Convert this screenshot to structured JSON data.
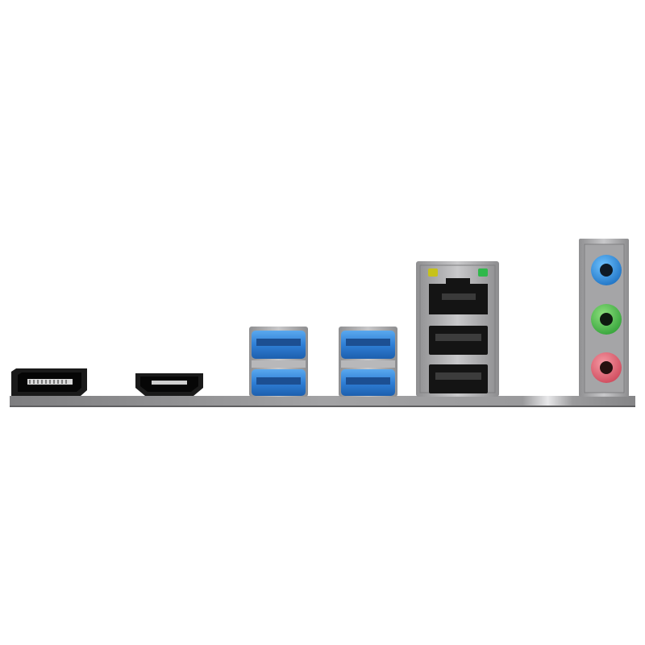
{
  "scene": {
    "subject": "motherboard-rear-io-panel",
    "colors": {
      "background": "#ffffff",
      "plate": "#8c8c8e",
      "usb3_blue": "#2f7fd6",
      "audio_blue": "#2f8fd8",
      "audio_green": "#52c04a",
      "audio_pink": "#e56a78",
      "led_yellow": "#c7c21a",
      "led_green": "#2fb84a",
      "port_black": "#151515",
      "metal": "#a9a9ab"
    },
    "ports": [
      {
        "kind": "displayport-port"
      },
      {
        "kind": "hdmi-port"
      },
      {
        "kind": "usb3-stack",
        "count": 2
      },
      {
        "kind": "usb3-stack",
        "count": 2
      },
      {
        "kind": "lan-usb2-combo",
        "usb_count": 2
      },
      {
        "kind": "audio-jack-stack",
        "jacks": [
          "line-in",
          "line-out",
          "mic-in"
        ]
      }
    ]
  }
}
